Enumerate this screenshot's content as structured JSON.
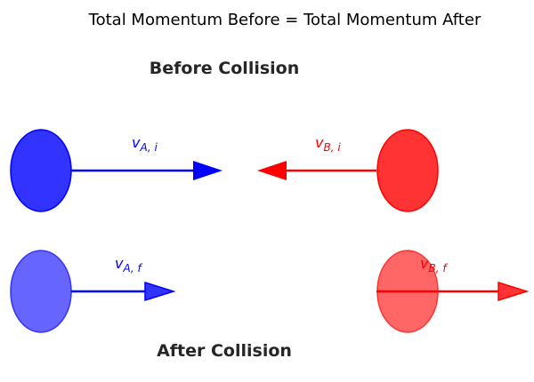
{
  "title": "Total Momentum Before = Total Momentum After",
  "before_heading": "Before Collision",
  "after_heading": "After Collision",
  "labels": {
    "va_i": {
      "main": "v",
      "sub": "A, i"
    },
    "vb_i": {
      "main": "v",
      "sub": "B, i"
    },
    "va_f": {
      "main": "v",
      "sub": "A, f"
    },
    "vb_f": {
      "main": "v",
      "sub": "B, f"
    }
  },
  "colors": {
    "object_a": "#0000ff",
    "object_b": "#ff0000",
    "object_a_before_fill": "#3333ff",
    "object_b_before_fill": "#ff3333",
    "object_a_after_fill": "#6666ff",
    "object_b_after_fill": "#ff6666"
  }
}
